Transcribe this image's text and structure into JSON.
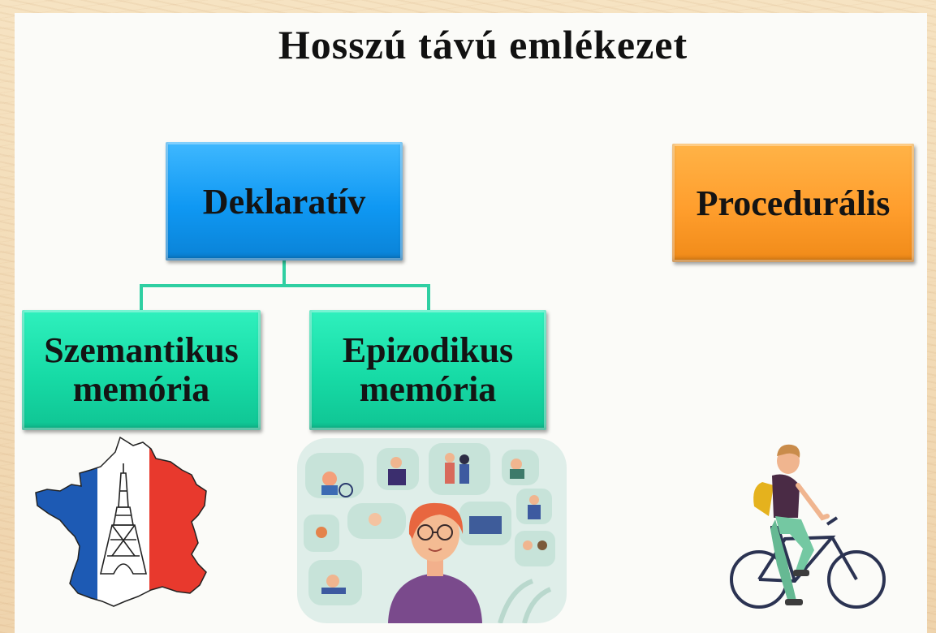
{
  "title": "Hosszú távú emlékezet",
  "nodes": {
    "declarative": "Deklaratív",
    "procedural": "Procedurális",
    "semantic_line1": "Szemantikus",
    "semantic_line2": "memória",
    "episodic_line1": "Epizodikus",
    "episodic_line2": "memória"
  },
  "colors": {
    "declarative": "#1aa3f5",
    "procedural": "#ffa33a",
    "memory_types": "#1ee0ad",
    "connector": "#2fcfa2"
  },
  "illustrations": {
    "semantic": "france-map-eiffel-tower",
    "episodic": "memories-collage-woman",
    "procedural": "person-riding-bicycle"
  }
}
